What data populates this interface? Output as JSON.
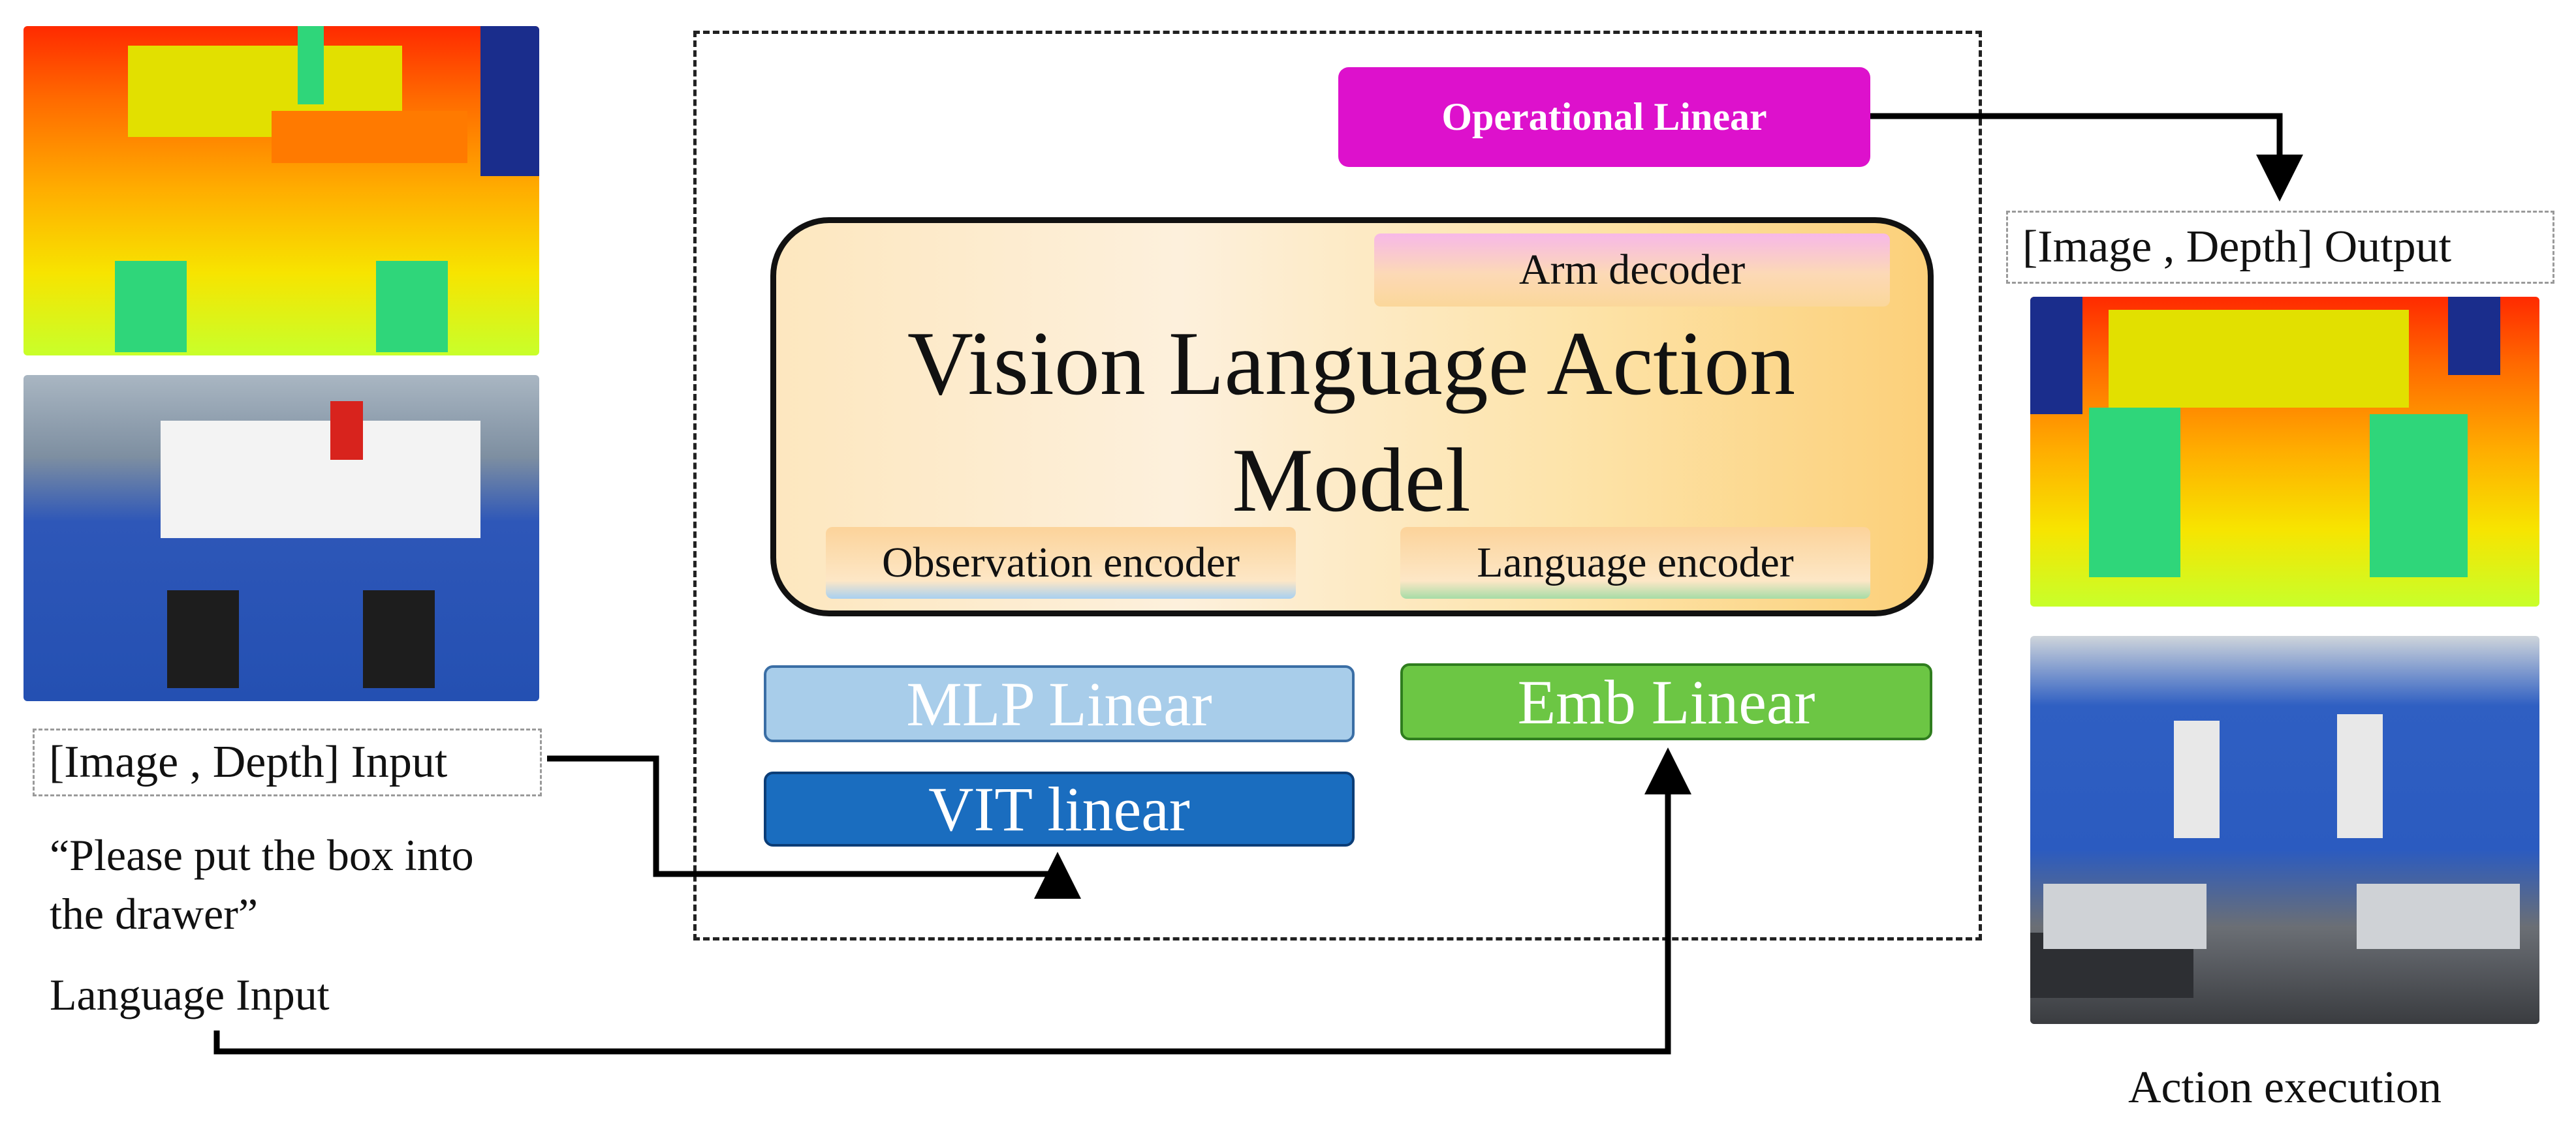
{
  "operational_linear": "Operational Linear",
  "model": {
    "title_line1": "Vision Language Action",
    "title_line2": "Model",
    "arm_decoder": "Arm decoder",
    "observation_encoder": "Observation encoder",
    "language_encoder": "Language encoder"
  },
  "layers": {
    "mlp": "MLP Linear",
    "vit": "VIT linear",
    "emb": "Emb Linear"
  },
  "inputs": {
    "image_depth": "[Image , Depth] Input",
    "instruction_line1": "“Please put the box into",
    "instruction_line2": "the drawer”",
    "language": "Language Input"
  },
  "outputs": {
    "image_depth": "[Image , Depth] Output",
    "action": "Action execution"
  },
  "colors": {
    "operational": "#dd11cc",
    "mlp": "#a8cdea",
    "vit": "#1a6dbf",
    "emb": "#6cc644",
    "model_fill": "#fde3a8"
  }
}
